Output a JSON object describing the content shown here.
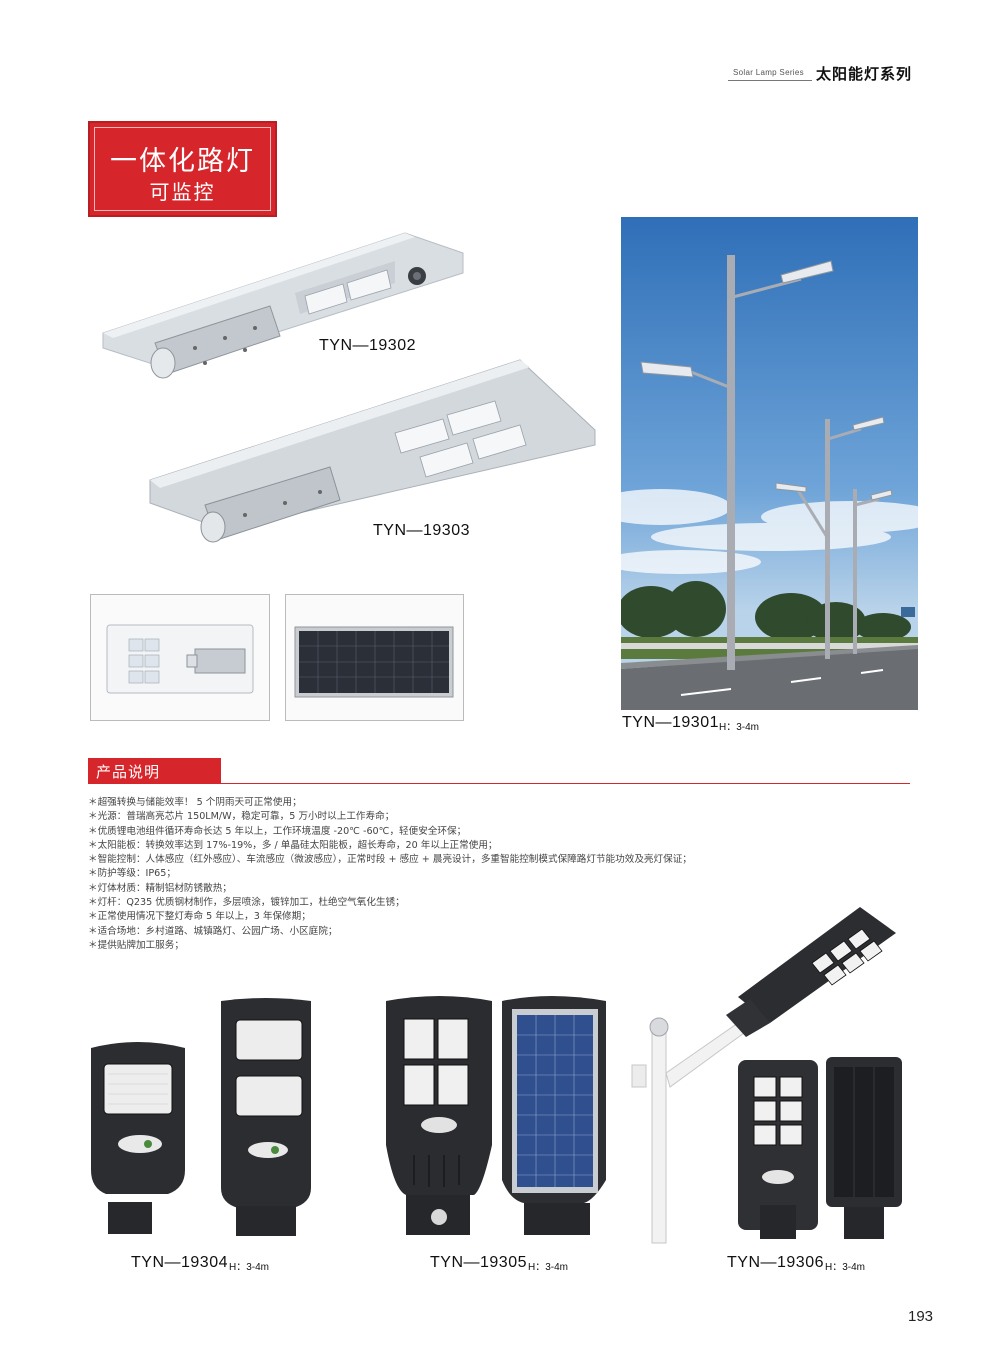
{
  "header": {
    "series_en": "Solar Lamp Series",
    "series_zh": "太阳能灯系列"
  },
  "title": {
    "main": "一体化路灯",
    "sub": "可监控"
  },
  "products": {
    "p19302": {
      "model": "TYN—19302"
    },
    "p19303": {
      "model": "TYN—19303"
    },
    "p19301": {
      "model": "TYN—19301",
      "height": "H：3-4m"
    },
    "p19304": {
      "model": "TYN—19304",
      "height": "H：3-4m"
    },
    "p19305": {
      "model": "TYN—19305",
      "height": "H：3-4m"
    },
    "p19306": {
      "model": "TYN—19306",
      "height": "H：3-4m"
    }
  },
  "description": {
    "title": "产品说明",
    "items": [
      "＊超强转换与储能效率！ 5 个阴雨天可正常使用；",
      "＊光源：普瑞高亮芯片 150LM/W，稳定可靠，5 万小时以上工作寿命；",
      "＊优质锂电池组件循环寿命长达 5 年以上，工作环境温度 -20℃ -60℃，轻便安全环保；",
      "＊太阳能板：转换效率达到 17%-19%，多 / 单晶硅太阳能板，超长寿命，20 年以上正常使用；",
      "＊智能控制：人体感应（红外感应）、车流感应（微波感应），正常时段 + 感应 + 晨亮设计，多重智能控制模式保障路灯节能功效及亮灯保证；",
      "＊防护等级：IP65；",
      "＊灯体材质：精制铝材防锈散热；",
      "＊灯杆：Q235 优质钢材制作，多层喷涂，镀锌加工，杜绝空气氧化生锈；",
      "＊正常使用情况下整灯寿命 5 年以上，3 年保修期；",
      "＊适合场地：乡村道路、城镇路灯、公园广场、小区庭院；",
      "＊提供贴牌加工服务；"
    ]
  },
  "page_number": "193"
}
